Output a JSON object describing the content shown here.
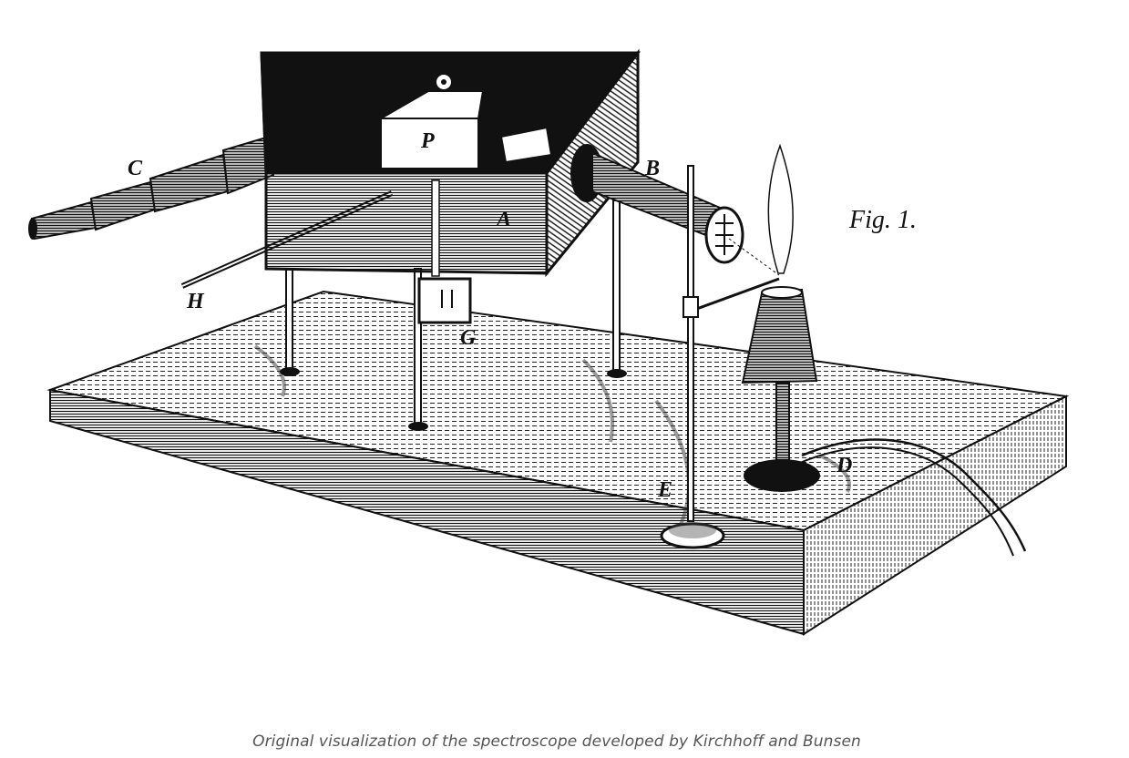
{
  "figure": {
    "fig_label": "Fig. 1.",
    "labels": {
      "C": "C",
      "P": "P",
      "B": "B",
      "A": "A",
      "H": "H",
      "G": "G",
      "E": "E",
      "D": "D"
    }
  },
  "caption": "Original visualization of the spectroscope developed by Kirchhoff and Bunsen",
  "colors": {
    "ink": "#111111",
    "background": "#ffffff",
    "caption": "#555555"
  }
}
